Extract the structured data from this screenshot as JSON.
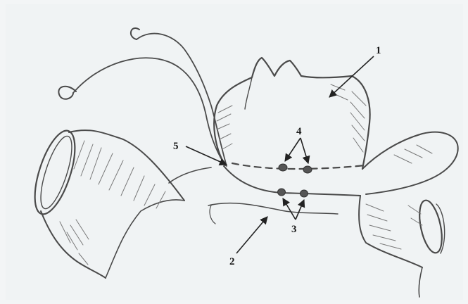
{
  "labels": {
    "l1": "1",
    "l2": "2",
    "l3": "3",
    "l4": "4",
    "l5": "5"
  },
  "colors": {
    "paper": "#f4f6f7",
    "pencil": "#4a4a4a",
    "hatch": "#7a7a7a",
    "suture_knot": "#555555"
  }
}
